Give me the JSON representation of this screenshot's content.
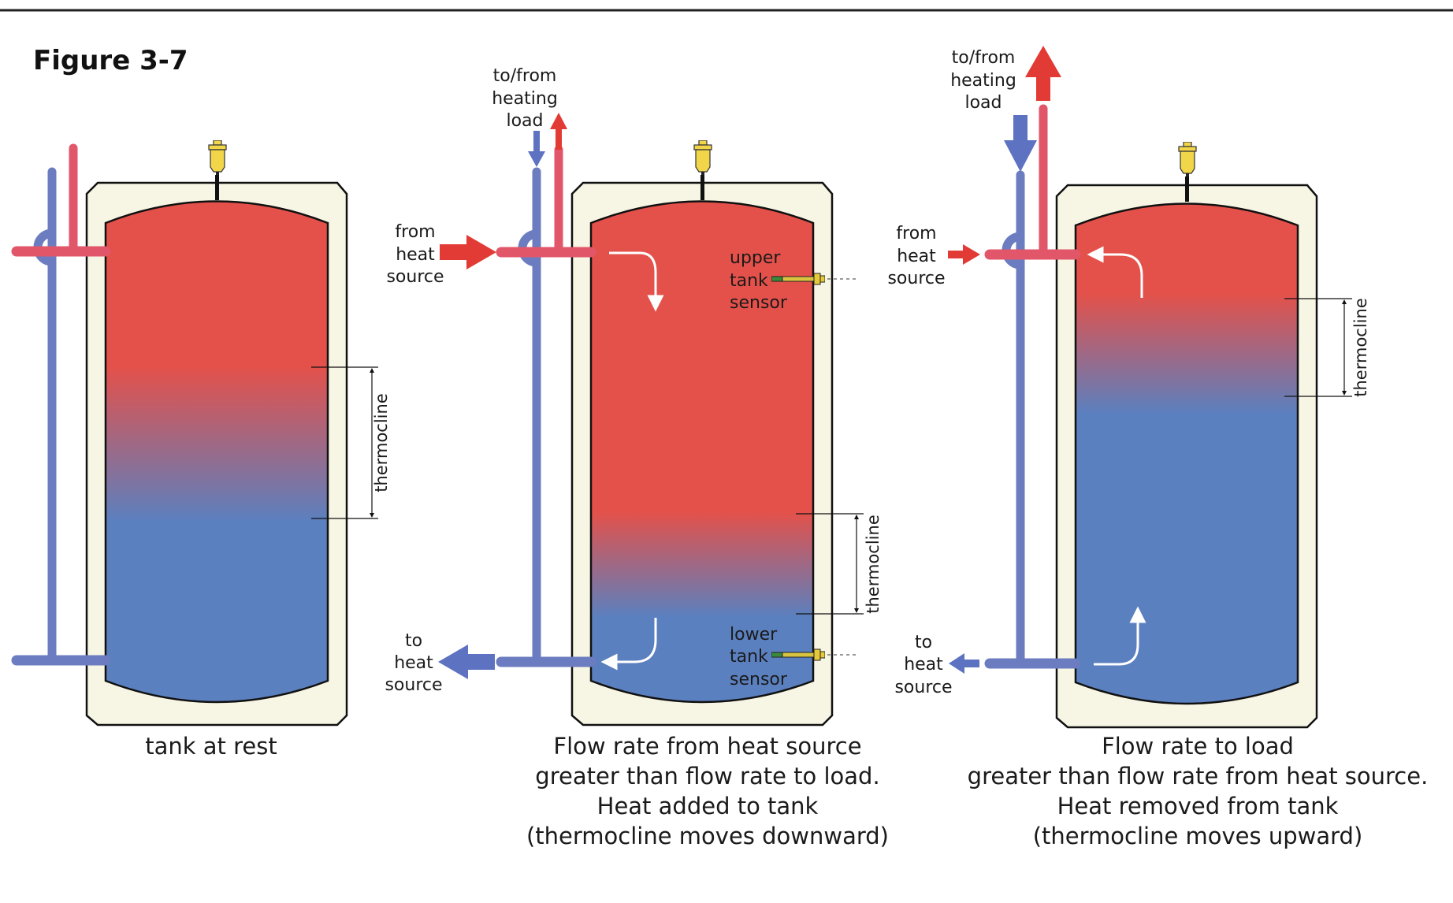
{
  "figure_label": "Figure 3-7",
  "colors": {
    "hot": "#e4514a",
    "hot_pipe": "#e2566a",
    "cold": "#5b80bf",
    "cold_pipe": "#6b7dc0",
    "jacket": "#f7f5e4",
    "arrow_red": "#e23b35",
    "arrow_blue": "#5d72c0",
    "vent": "#f1d64a"
  },
  "panels": [
    {
      "caption_lines": [
        "tank at rest"
      ],
      "thermocline_label": "thermocline"
    },
    {
      "caption_lines": [
        "Flow rate from heat source",
        "greater than flow rate to load.",
        "Heat added to tank",
        "(thermocline moves downward)"
      ],
      "load_label_lines": [
        "to/from",
        "heating",
        "load"
      ],
      "from_source_lines": [
        "from",
        "heat",
        "source"
      ],
      "to_source_lines": [
        "to",
        "heat",
        "source"
      ],
      "upper_sensor_lines": [
        "upper",
        "tank",
        "sensor"
      ],
      "lower_sensor_lines": [
        "lower",
        "tank",
        "sensor"
      ],
      "thermocline_label": "thermocline"
    },
    {
      "caption_lines": [
        "Flow rate to load",
        "greater than flow rate from heat source.",
        "Heat removed from tank",
        "(thermocline moves upward)"
      ],
      "load_label_lines": [
        "to/from",
        "heating",
        "load"
      ],
      "from_source_lines": [
        "from",
        "heat",
        "source"
      ],
      "to_source_lines": [
        "to",
        "heat",
        "source"
      ],
      "thermocline_label": "thermocline"
    }
  ]
}
